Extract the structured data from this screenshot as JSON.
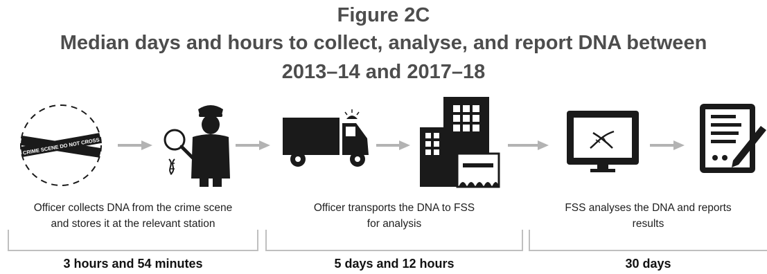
{
  "figure": {
    "label": "Figure 2C",
    "title_line1": "Median days and hours to collect, analyse, and report DNA between",
    "title_line2": "2013–14 and 2017–18"
  },
  "tape_text": "CRIME SCENE DO NOT CROSS",
  "stages": [
    {
      "caption_line1": "Officer collects DNA from the crime scene",
      "caption_line2": "and stores it at the relevant station",
      "duration": "3 hours and 54 minutes"
    },
    {
      "caption_line1": "Officer transports the DNA to FSS",
      "caption_line2": "for analysis",
      "duration": "5 days and 12 hours"
    },
    {
      "caption_line1": "FSS analyses the DNA and reports",
      "caption_line2": "results",
      "duration": "30 days"
    }
  ],
  "colors": {
    "title": "#4d4d4d",
    "arrow": "#b3b3b3",
    "icon": "#1a1a1a",
    "bracket": "#bfbfbf"
  },
  "icons": [
    "crime-scene-tape-icon",
    "magnifier-dna-icon",
    "police-officer-icon",
    "truck-icon",
    "laboratory-building-icon",
    "monitor-dna-icon",
    "report-document-icon"
  ]
}
